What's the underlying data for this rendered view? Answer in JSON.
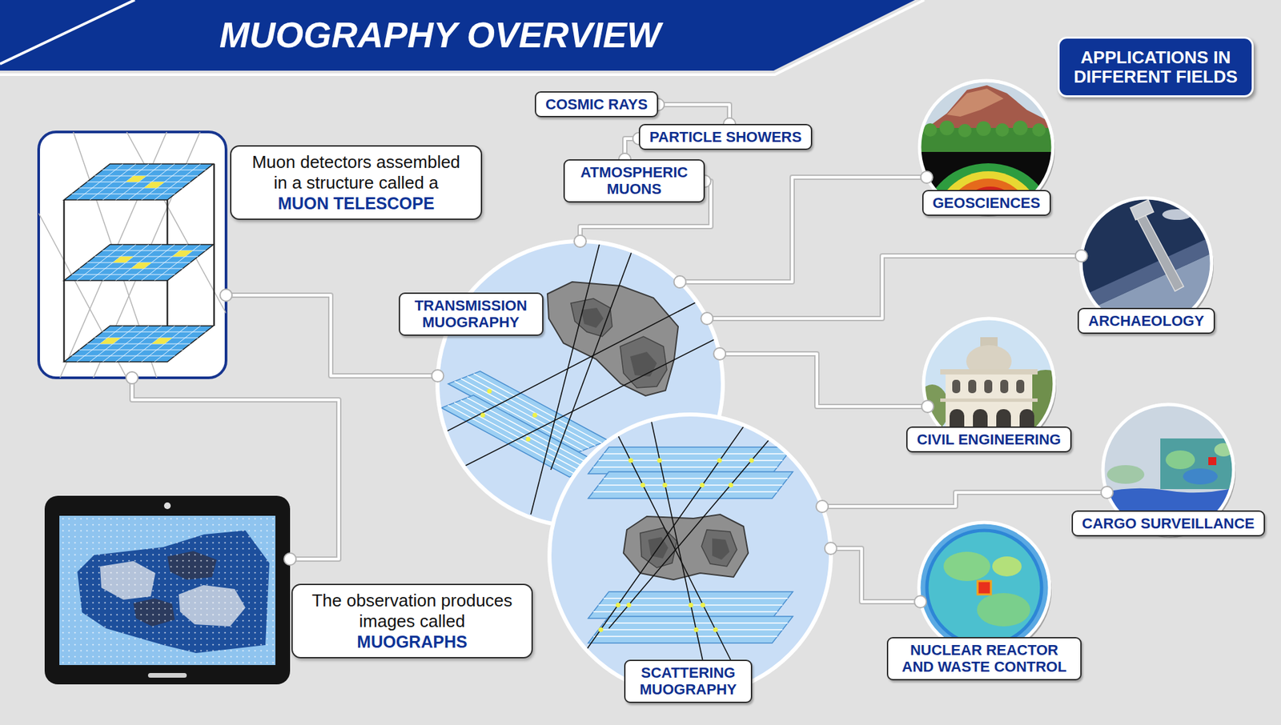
{
  "diagram": {
    "title": "MUOGRAPHY OVERVIEW",
    "nodes": [
      {
        "text": [
          "APPLICATIONS IN DIFFERENT FIELDS"
        ]
      },
      {
        "text": [
          "COSMIC RAYS"
        ]
      },
      {
        "text": [
          "PARTICLE SHOWERS"
        ]
      },
      {
        "text": [
          "ATMOSPHERIC MUONS"
        ]
      },
      {
        "text": [
          "Muon detectors assembled in a structure called a",
          "MUON TELESCOPE"
        ]
      },
      {
        "text": [
          "TRANSMISSION MUOGRAPHY"
        ]
      },
      {
        "text": [
          "SCATTERING MUOGRAPHY"
        ]
      },
      {
        "text": [
          "The observation produces images called",
          "MUOGRAPHS"
        ]
      },
      {
        "text": [
          "GEOSCIENCES"
        ]
      },
      {
        "text": [
          "ARCHAEOLOGY"
        ]
      },
      {
        "text": [
          "CIVIL ENGINEERING"
        ]
      },
      {
        "text": [
          "CARGO SURVEILLANCE"
        ]
      },
      {
        "text": [
          "NUCLEAR REACTOR AND WASTE CONTROL"
        ]
      }
    ],
    "edges": [
      {
        "from": 1,
        "to": 2,
        "arrow": "none"
      },
      {
        "from": 2,
        "to": 3,
        "arrow": "none"
      },
      {
        "from": 3,
        "to": 5,
        "arrow": "none"
      },
      {
        "from": 4,
        "to": 5,
        "arrow": "none"
      },
      {
        "from": 4,
        "to": 7,
        "arrow": "none"
      },
      {
        "from": 5,
        "to": 8,
        "arrow": "none"
      },
      {
        "from": 5,
        "to": 9,
        "arrow": "none"
      },
      {
        "from": 5,
        "to": 10,
        "arrow": "none"
      },
      {
        "from": 6,
        "to": 11,
        "arrow": "none"
      },
      {
        "from": 6,
        "to": 12,
        "arrow": "none"
      }
    ]
  }
}
